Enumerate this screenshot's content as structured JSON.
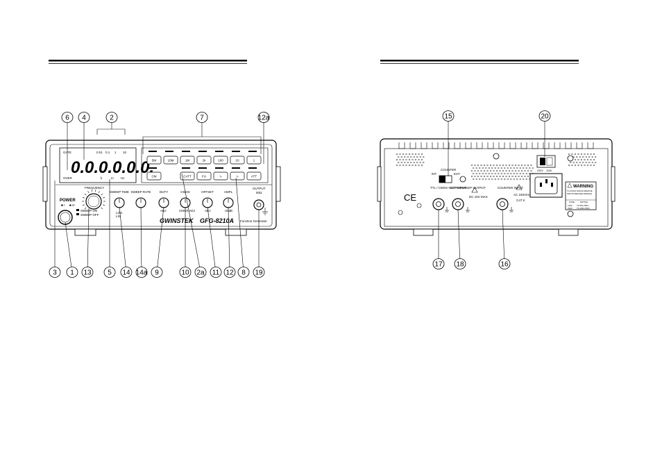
{
  "front": {
    "callouts_top": [
      "6",
      "4",
      "2",
      "7",
      "12a"
    ],
    "callouts_bottom": [
      "3",
      "1",
      "13",
      "5",
      "14",
      "14a",
      "9",
      "10",
      "2a",
      "11",
      "12",
      "8",
      "19"
    ],
    "display_top_labels": [
      "GATE",
      "0.01",
      "0.1",
      "1",
      "10"
    ],
    "display_digits": "0.0.0.0.0.0.",
    "display_bottom_labels": [
      "OVER",
      "k",
      "m",
      "Hz"
    ],
    "power_label": "POWER",
    "power_marks": [
      "■ I",
      "■ O"
    ],
    "frequency_label": "FREQUENCY",
    "sweep_labels": [
      "SWEEP ON",
      "SWEEP OFF"
    ],
    "sweep_time_label": "SWEEP TIME",
    "log_lin_labels": [
      "LOG",
      "LIN"
    ],
    "sweep_rate_label": "SWEEP RATE",
    "duty_label": "DUTY",
    "cmos_label": "CMOS",
    "cmos_sub": "CMOS ADJ",
    "offset_label": "OFFSET",
    "ampl_label": "AMPL",
    "ampl_sub": "-20dB",
    "adj_label": "ADJ",
    "output_label": "OUTPUT",
    "output_sub": "50Ω",
    "brand": "GWINSTEK",
    "model": "GFG-8210A",
    "subtitle": "Function Generator",
    "buttons_row1": [
      "5M",
      "10M",
      "1M",
      "1k",
      "100",
      "10",
      "1"
    ],
    "buttons_row2": [
      "CM",
      "CATT",
      "FU",
      "∿",
      "∿",
      "ATT"
    ]
  },
  "rear": {
    "callouts_top": [
      "15",
      "20"
    ],
    "callouts_bottom": [
      "17",
      "18",
      "16"
    ],
    "counter_label": "COUNTER",
    "counter_sub": [
      "INT",
      "EXT"
    ],
    "ttl_label": "TTL / CMOS OUTPUT",
    "vcf_label": "VCF INPUT",
    "sweep_out_label": "SWEEP OUTPUT",
    "counter_input_label": "COUNTER INPUT",
    "ce_mark": "CE",
    "dc_label": "DC 10V MAX",
    "ac_label": "AC 150Vrms MAX",
    "cat_label": "CAT II",
    "voltage_labels": [
      "230V",
      "115V"
    ],
    "warning_title": "WARNING",
    "warning_text": [
      "TO AVOID SHOCK REMOVE",
      "INPUTS BEFORE OPENING"
    ],
    "fuse_header": [
      "FUSE",
      "RATING"
    ],
    "fuse_rows": [
      [
        "115V",
        "T0.25A 250V"
      ],
      [
        "230V",
        "T0.125A 250V"
      ]
    ]
  }
}
